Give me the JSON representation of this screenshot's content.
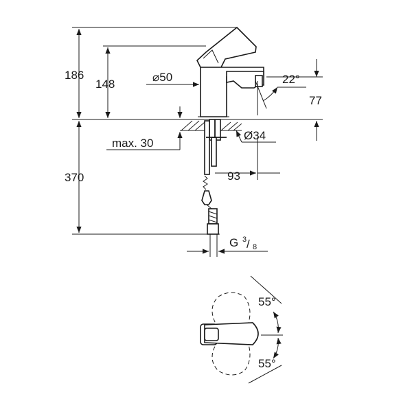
{
  "dimensions": {
    "total_height": "186",
    "spout_height": "148",
    "body_diameter": "⌀50",
    "spout_angle": "22°",
    "outlet_height": "77",
    "mount_hole": "Ø34",
    "deck_thickness": "max. 30",
    "projection": "93",
    "hose_length": "370",
    "thread_prefix": "G",
    "thread_num": "3",
    "thread_den": "8",
    "lever_angle_top": "55°",
    "lever_angle_bottom": "55°"
  }
}
